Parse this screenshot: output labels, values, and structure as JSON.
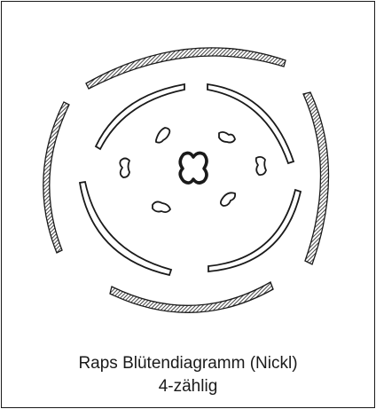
{
  "caption": {
    "line1": "Raps Blütendiagramm (Nickl)",
    "line2": "4-zählig"
  },
  "whorls": {
    "sepals": 4,
    "petals": 4,
    "stamens": 6,
    "carpels": 2
  },
  "colors": {
    "ink": "#1a1a1a",
    "background": "#ffffff"
  }
}
